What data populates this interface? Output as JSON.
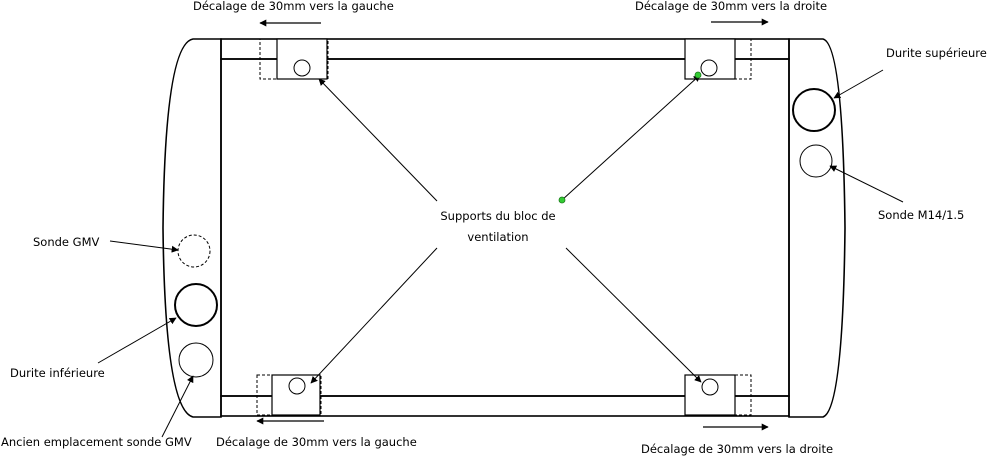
{
  "labels": {
    "shift_left_top": "Décalage de 30mm vers la gauche",
    "shift_right_top": "Décalage de 30mm vers la droite",
    "shift_left_bottom": "Décalage de 30mm vers la gauche",
    "shift_right_bottom": "Décalage de 30mm vers la droite",
    "upper_hose": "Durite supérieure",
    "sensor_m14": "Sonde M14/1.5",
    "supports_line1": "Supports du bloc de",
    "supports_line2": "ventilation",
    "sensor_gmv": "Sonde GMV",
    "lower_hose": "Durite inférieure",
    "old_sensor_location": "Ancien emplacement sonde GMV"
  },
  "colors": {
    "stroke": "#000000",
    "marker": "#33cc33",
    "background": "#ffffff"
  },
  "icons": {
    "shift_arrow": "arrow-icon",
    "marker": "green-dot-icon"
  }
}
